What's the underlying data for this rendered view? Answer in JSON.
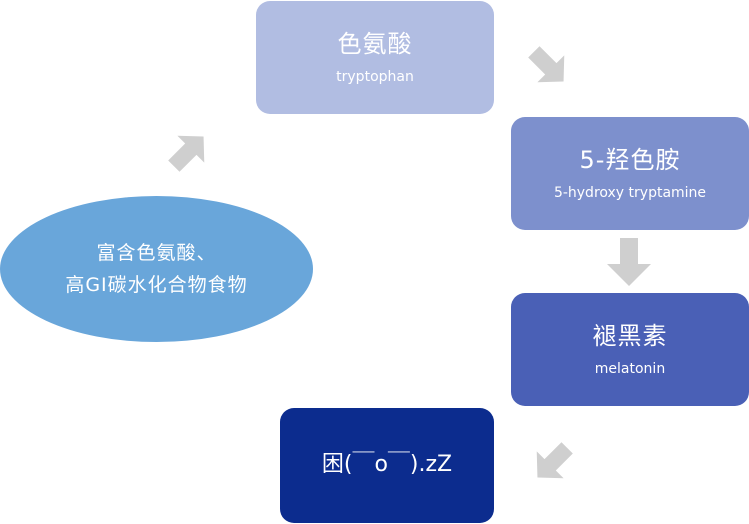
{
  "nodes": {
    "food": {
      "line1": "富含色氨酸、",
      "line2": "高GI碳水化合物食物"
    },
    "tryptophan": {
      "label": "色氨酸",
      "sublabel": "tryptophan"
    },
    "hydroxytryptamine": {
      "label": "5-羟色胺",
      "sublabel": "5-hydroxy tryptamine"
    },
    "melatonin": {
      "label": "褪黑素",
      "sublabel": "melatonin"
    },
    "sleepy": {
      "label": "困(￣o￣).zZ"
    }
  },
  "colors": {
    "food": "#69a6da",
    "tryptophan": "#b1bde2",
    "hydroxytryptamine": "#7d90cd",
    "melatonin": "#4a60b6",
    "sleepy": "#0c2c8e",
    "arrow": "#cfcfcf"
  },
  "arrows": [
    {
      "from": "food",
      "to": "tryptophan",
      "icon": "arrow-up-right-icon"
    },
    {
      "from": "tryptophan",
      "to": "hydroxytryptamine",
      "icon": "arrow-down-right-icon"
    },
    {
      "from": "hydroxytryptamine",
      "to": "melatonin",
      "icon": "arrow-down-icon"
    },
    {
      "from": "melatonin",
      "to": "sleepy",
      "icon": "arrow-down-left-icon"
    }
  ]
}
